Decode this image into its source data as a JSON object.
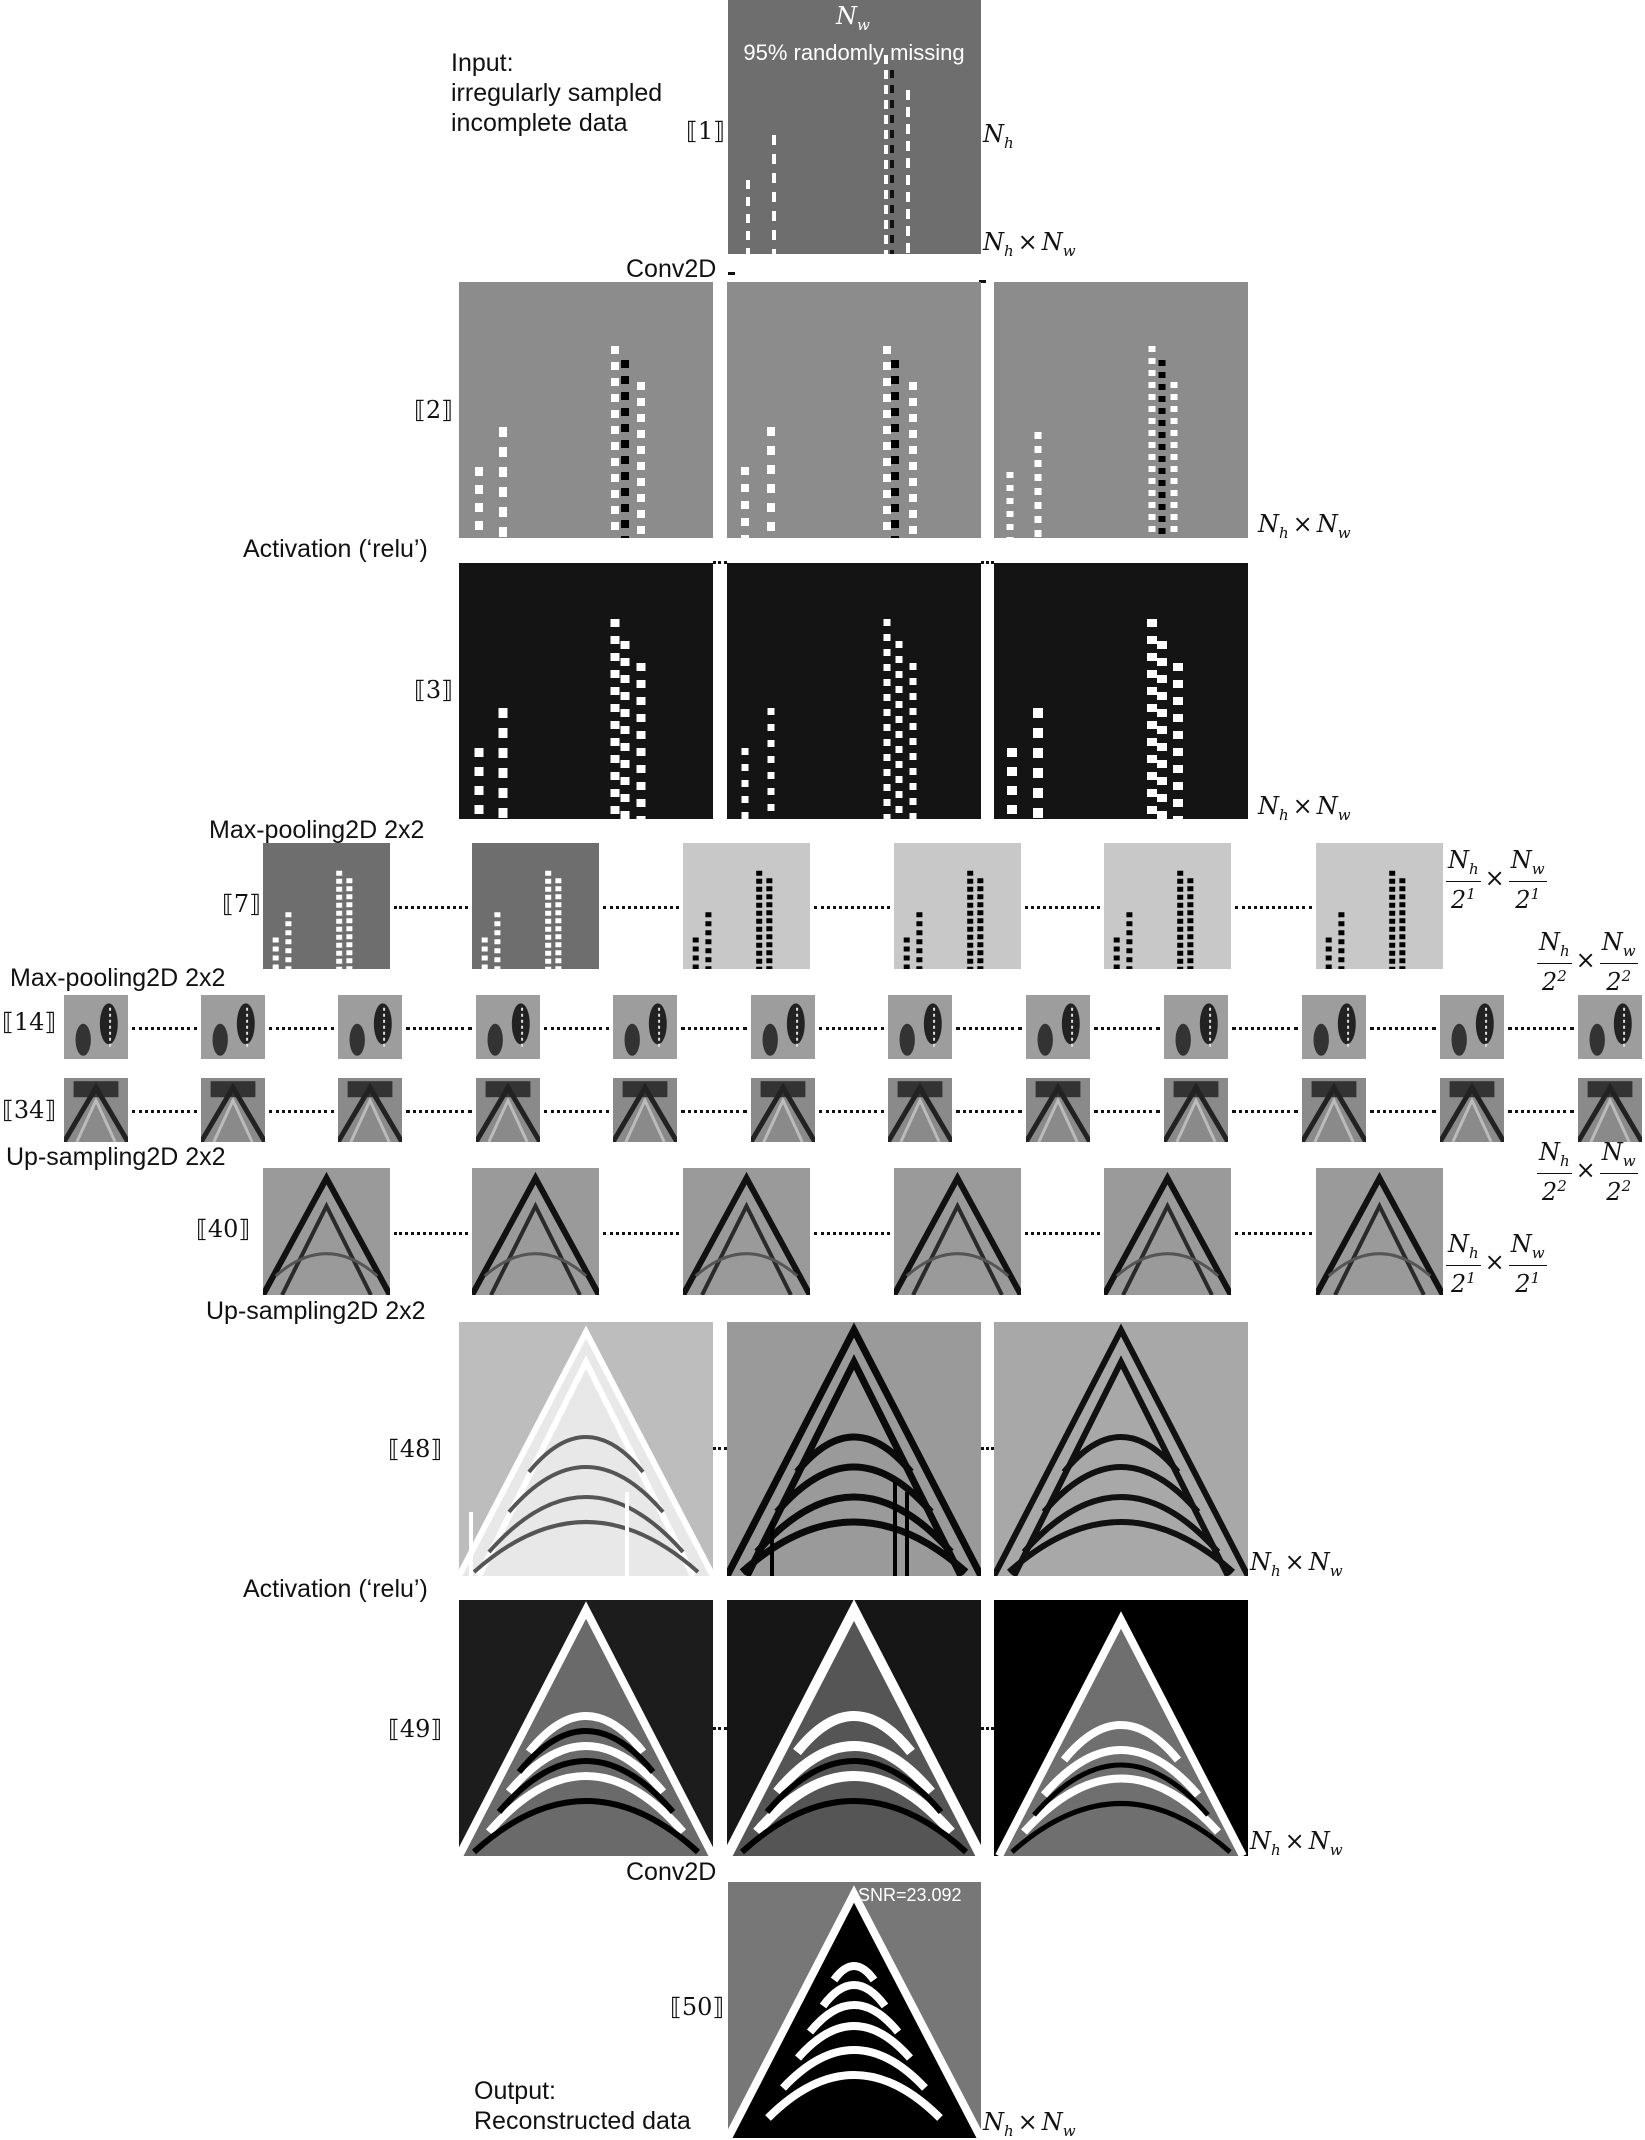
{
  "input": {
    "label": "Input:\nirregularly sampled\nincomplete data",
    "index": "⟦1⟧",
    "top_dim": "N_w",
    "side_dim": "N_h",
    "bottom_dim": "N_h × N_w",
    "missing_note": "95% randomly missing"
  },
  "layers": {
    "conv1": "Conv2D",
    "act1": "Activation (‘relu’)",
    "pool1": "Max-pooling2D  2x2",
    "pool2": "Max-pooling2D  2x2",
    "up1": "Up-sampling2D  2x2",
    "up2": "Up-sampling2D  2x2",
    "act2": "Activation (‘relu’)",
    "conv2": "Conv2D"
  },
  "indices": {
    "l2": "⟦2⟧",
    "l3": "⟦3⟧",
    "l7": "⟦7⟧",
    "l14": "⟦14⟧",
    "l34": "⟦34⟧",
    "l40": "⟦40⟧",
    "l48": "⟦48⟧",
    "l49": "⟦49⟧",
    "l50": "⟦50⟧"
  },
  "dims": {
    "full": "N_h × N_w",
    "half": "N_h/2^1 × N_w/2^1",
    "quarter": "N_h/2^2 × N_w/2^2"
  },
  "output": {
    "label": "Output:\nReconstructed data",
    "snr": "SNR=23.092"
  }
}
